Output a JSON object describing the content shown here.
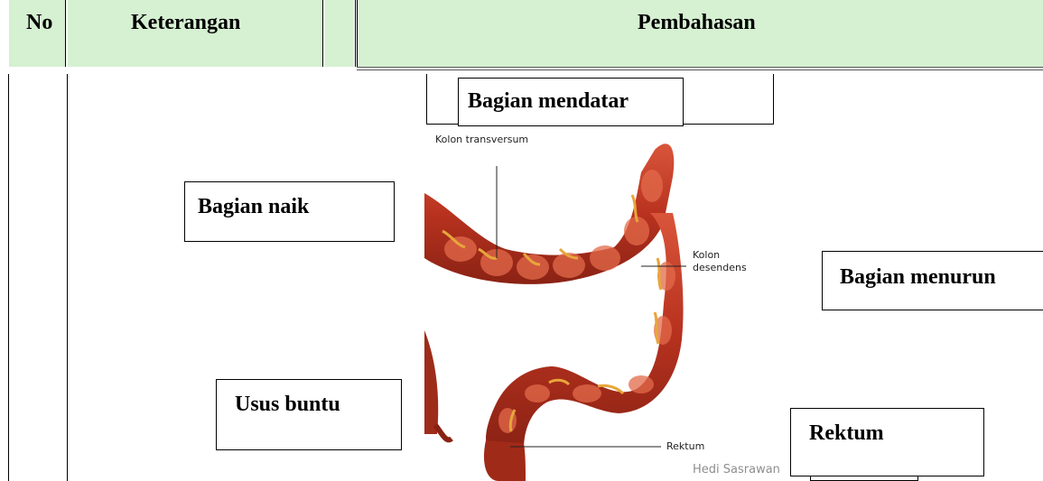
{
  "table": {
    "headers": {
      "no": "No",
      "keterangan": "Keterangan",
      "pembahasan": "Pembahasan"
    }
  },
  "callouts": {
    "bagian_mendatar": "Bagian mendatar",
    "bagian_naik": "Bagian naik",
    "bagian_menurun": "Bagian menurun",
    "usus_buntu": "Usus buntu",
    "rektum": "Rektum"
  },
  "figure": {
    "labels": {
      "kolon_transversum": "Kolon transversum",
      "kolon_desendens_1": "Kolon",
      "kolon_desendens_2": "desendens",
      "rektum": "Rektum",
      "credit": "Hedi Sasrawan"
    },
    "colors": {
      "intestine": "#b8321f",
      "highlight": "#e35c3c",
      "vessel": "#e7a63a",
      "header_bg": "#d6f0d2"
    }
  }
}
